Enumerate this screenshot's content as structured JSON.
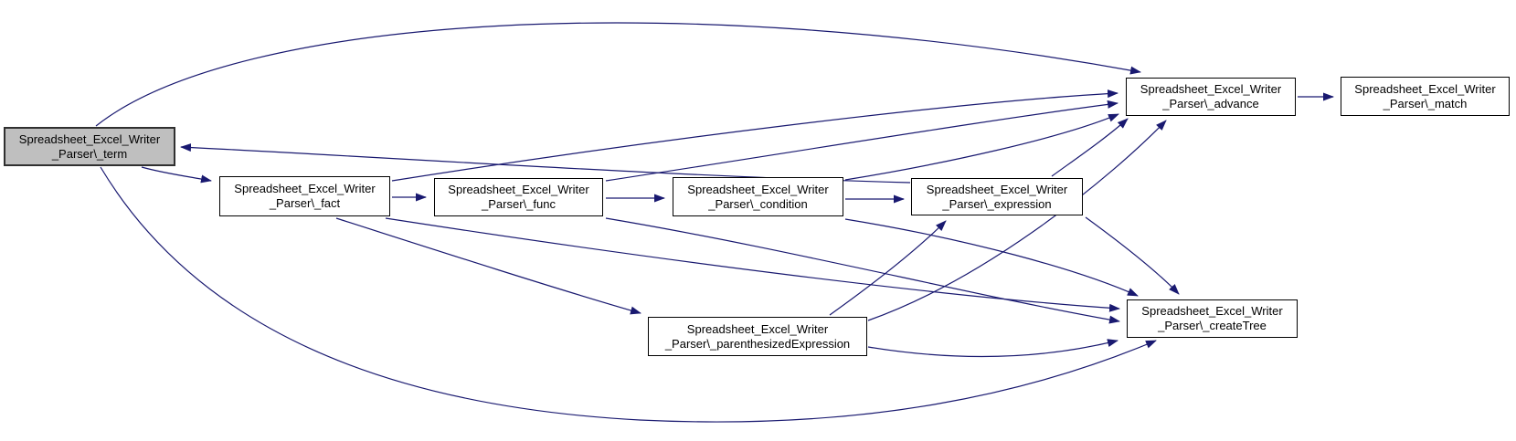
{
  "diagram": {
    "type": "call-graph",
    "title": "Call graph for Spreadsheet_Excel_Writer_Parser\\_term",
    "nodes": [
      {
        "id": "term",
        "line1": "Spreadsheet_Excel_Writer",
        "line2": "_Parser\\_term",
        "highlighted": true
      },
      {
        "id": "fact",
        "line1": "Spreadsheet_Excel_Writer",
        "line2": "_Parser\\_fact",
        "highlighted": false
      },
      {
        "id": "func",
        "line1": "Spreadsheet_Excel_Writer",
        "line2": "_Parser\\_func",
        "highlighted": false
      },
      {
        "id": "condition",
        "line1": "Spreadsheet_Excel_Writer",
        "line2": "_Parser\\_condition",
        "highlighted": false
      },
      {
        "id": "expression",
        "line1": "Spreadsheet_Excel_Writer",
        "line2": "_Parser\\_expression",
        "highlighted": false
      },
      {
        "id": "advance",
        "line1": "Spreadsheet_Excel_Writer",
        "line2": "_Parser\\_advance",
        "highlighted": false
      },
      {
        "id": "match",
        "line1": "Spreadsheet_Excel_Writer",
        "line2": "_Parser\\_match",
        "highlighted": false
      },
      {
        "id": "createTree",
        "line1": "Spreadsheet_Excel_Writer",
        "line2": "_Parser\\_createTree",
        "highlighted": false
      },
      {
        "id": "parenthesized",
        "line1": "Spreadsheet_Excel_Writer",
        "line2": "_Parser\\_parenthesizedExpression",
        "highlighted": false
      }
    ],
    "edges": [
      {
        "from": "term",
        "to": "fact"
      },
      {
        "from": "term",
        "to": "advance"
      },
      {
        "from": "term",
        "to": "createTree"
      },
      {
        "from": "fact",
        "to": "func"
      },
      {
        "from": "fact",
        "to": "advance"
      },
      {
        "from": "fact",
        "to": "createTree"
      },
      {
        "from": "fact",
        "to": "parenthesized"
      },
      {
        "from": "func",
        "to": "condition"
      },
      {
        "from": "func",
        "to": "advance"
      },
      {
        "from": "func",
        "to": "createTree"
      },
      {
        "from": "condition",
        "to": "expression"
      },
      {
        "from": "condition",
        "to": "advance"
      },
      {
        "from": "condition",
        "to": "createTree"
      },
      {
        "from": "expression",
        "to": "term"
      },
      {
        "from": "expression",
        "to": "advance"
      },
      {
        "from": "expression",
        "to": "createTree"
      },
      {
        "from": "parenthesized",
        "to": "expression"
      },
      {
        "from": "parenthesized",
        "to": "advance"
      },
      {
        "from": "parenthesized",
        "to": "createTree"
      },
      {
        "from": "advance",
        "to": "match"
      }
    ]
  },
  "colors": {
    "edge": "#191970",
    "node_bg": "#ffffff",
    "node_border": "#000000",
    "highlight_bg": "#bfbfbf",
    "highlight_border": "#303030",
    "text": "#000000"
  }
}
